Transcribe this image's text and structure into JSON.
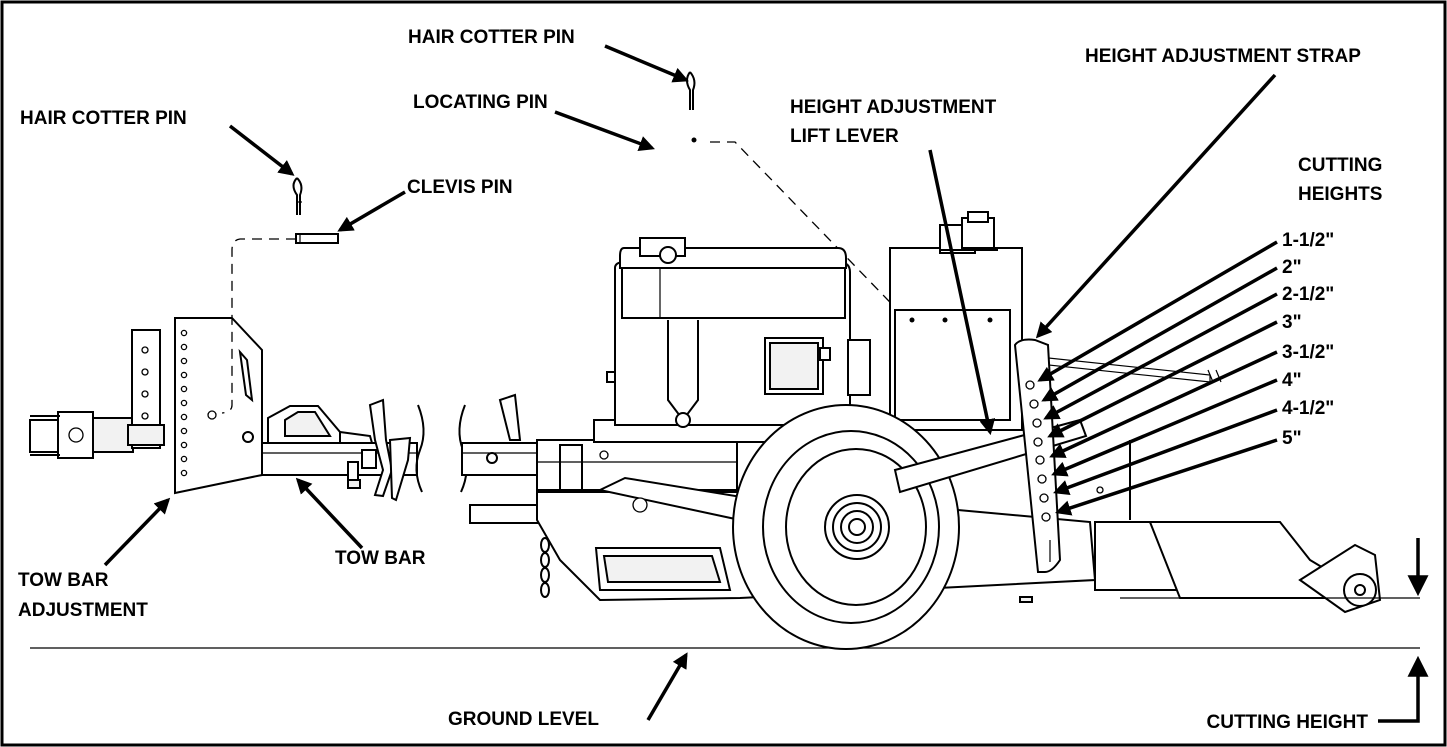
{
  "labels": {
    "hair_cotter_pin_top": "HAIR COTTER PIN",
    "locating_pin": "LOCATING PIN",
    "hair_cotter_pin_left": "HAIR COTTER PIN",
    "clevis_pin": "CLEVIS PIN",
    "height_adjustment_lift_lever_1": "HEIGHT ADJUSTMENT",
    "height_adjustment_lift_lever_2": "LIFT LEVER",
    "height_adjustment_strap": "HEIGHT ADJUSTMENT STRAP",
    "cutting_heights_1": "CUTTING",
    "cutting_heights_2": "HEIGHTS",
    "tow_bar_adjustment_1": "TOW BAR",
    "tow_bar_adjustment_2": "ADJUSTMENT",
    "tow_bar": "TOW BAR",
    "ground_level": "GROUND LEVEL",
    "cutting_height": "CUTTING HEIGHT"
  },
  "cutting_heights": [
    "1-1/2\"",
    "2\"",
    "2-1/2\"",
    "3\"",
    "3-1/2\"",
    "4\"",
    "4-1/2\"",
    "5\""
  ],
  "colors": {
    "ink": "#000000",
    "paper": "#ffffff"
  }
}
